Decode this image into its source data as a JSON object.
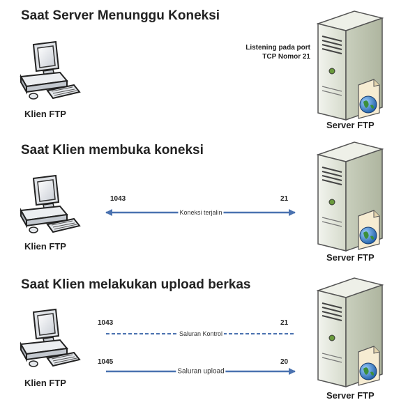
{
  "sections": [
    {
      "title": "Saat Server Menunggu Koneksi",
      "client_label": "Klien FTP",
      "server_label": "Server FTP",
      "listening_line1": "Listening pada port",
      "listening_line2": "TCP Nomor 21"
    },
    {
      "title": "Saat Klien membuka koneksi",
      "client_label": "Klien FTP",
      "server_label": "Server FTP",
      "client_port": "1043",
      "server_port": "21",
      "connection_label": "Koneksi terjalin"
    },
    {
      "title": "Saat Klien melakukan upload berkas",
      "client_label": "Klien FTP",
      "server_label": "Server FTP",
      "control_client_port": "1043",
      "control_server_port": "21",
      "control_label": "Saluran Kontrol",
      "upload_client_port": "1045",
      "upload_server_port": "20",
      "upload_label": "Saluran upload"
    }
  ],
  "colors": {
    "arrow": "#4a72b0",
    "dashed": "#4a72b0",
    "server_body": "#dfe3d6",
    "globe": "#2f6fb5"
  },
  "icons": [
    "computer-icon",
    "server-icon",
    "globe-icon"
  ]
}
